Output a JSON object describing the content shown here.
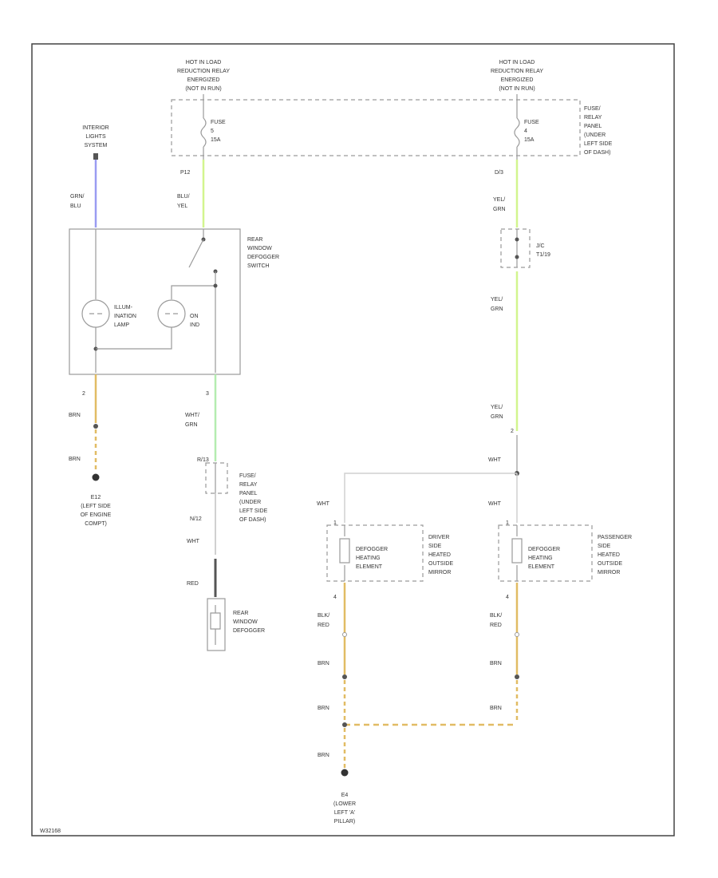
{
  "colors": {
    "blue": "#9a9cf2",
    "green_yellow": "#d2f58e",
    "light_green": "#b4ecb0",
    "gold": "#e1bc64",
    "dark": "#555555",
    "white_wire": "#d0d0d0"
  },
  "labels": {
    "relay_left": [
      "HOT IN LOAD",
      "REDUCTION RELAY",
      "ENERGIZED",
      "(NOT IN RUN)"
    ],
    "relay_right": [
      "HOT IN LOAD",
      "REDUCTION RELAY",
      "ENERGIZED",
      "(NOT IN RUN)"
    ],
    "fuse_left": [
      "FUSE",
      "5",
      "15A"
    ],
    "fuse_right": [
      "FUSE",
      "4",
      "15A"
    ],
    "fuse_relay_panel_top": [
      "FUSE/",
      "RELAY",
      "PANEL",
      "(UNDER",
      "LEFT SIDE",
      "OF DASH)"
    ],
    "int_light_sys": [
      "INTERIOR",
      "LIGHTS",
      "SYSTEM"
    ],
    "wire_grn_blu": [
      "GRN/",
      "BLU"
    ],
    "connector_p12": "P12",
    "wire_blu_yel": [
      "BLU/",
      "YEL"
    ],
    "connector_d3": "D/3",
    "wire_yel_grn": [
      "YEL/",
      "GRN"
    ],
    "jc": [
      "J/C",
      "T1/19"
    ],
    "switch": [
      "REAR",
      "WINDOW",
      "DEFOGGER",
      "SWITCH"
    ],
    "illum_lamp": [
      "ILLUM-",
      "INATION",
      "LAMP"
    ],
    "on_ind": [
      "ON",
      "IND"
    ],
    "pin_2": "2",
    "pin_3": "3",
    "pin_2b": "2",
    "pin_4": "4",
    "pin_1": "1",
    "wire_brn": "BRN",
    "ground_e12": [
      "E12",
      "(LEFT SIDE",
      "OF ENGINE",
      "COMPT)"
    ],
    "wire_wht_grn": [
      "WHT/",
      "GRN"
    ],
    "connector_r13": "R/13",
    "connector_n12": "N/12",
    "wire_wht": "WHT",
    "wire_red": "RED",
    "rear_defogger": [
      "REAR",
      "WINDOW",
      "DEFOGGER"
    ],
    "heating_element": [
      "DEFOGGER",
      "HEATING",
      "ELEMENT"
    ],
    "driver_mirror": [
      "DRIVER",
      "SIDE",
      "HEATED",
      "OUTSIDE",
      "MIRROR"
    ],
    "passenger_mirror": [
      "PASSENGER",
      "SIDE",
      "HEATED",
      "OUTSIDE",
      "MIRROR"
    ],
    "wire_blk_red": [
      "BLK/",
      "RED"
    ],
    "ground_e4": [
      "E4",
      "(LOWER",
      "LEFT 'A'",
      "PILLAR)"
    ],
    "figure_id": "W32168"
  }
}
